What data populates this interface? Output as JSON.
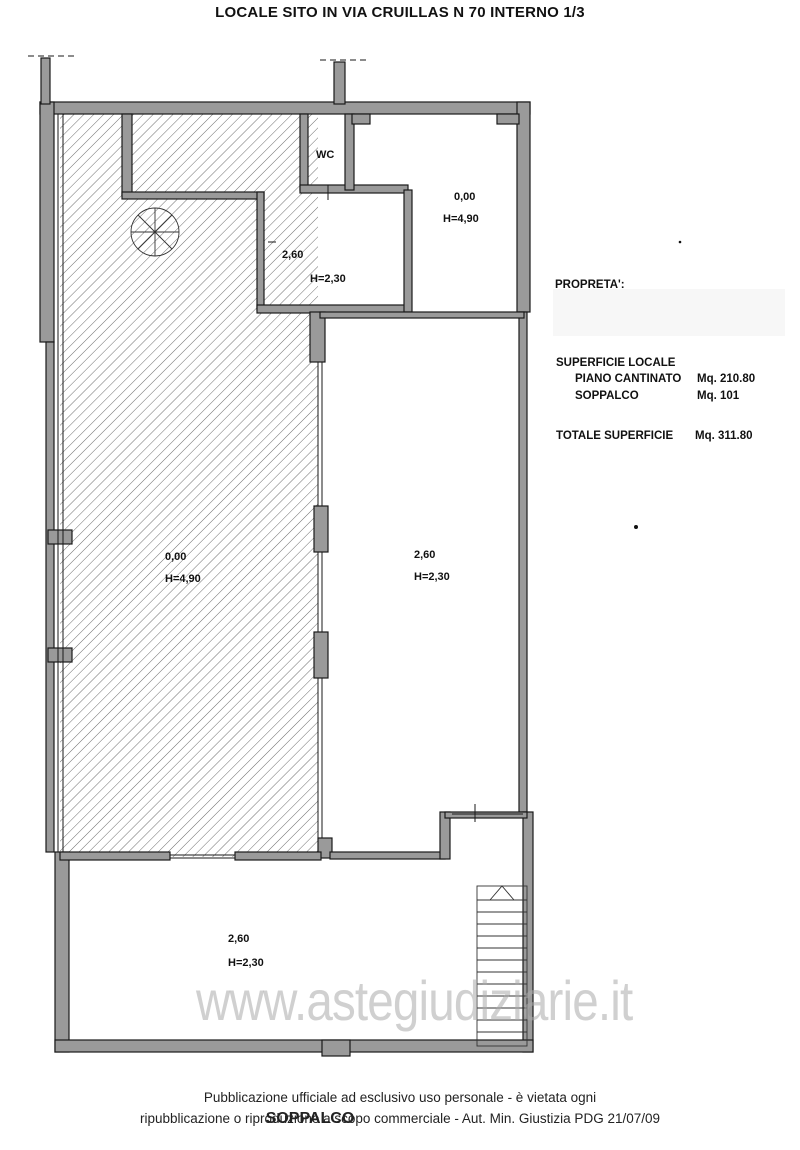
{
  "title": "LOCALE SITO IN VIA CRUILLAS N 70  INTERNO 1/3",
  "rooms": [
    {
      "level": "WC",
      "height": ""
    },
    {
      "level": "0,00",
      "height": "H=4,90"
    },
    {
      "level": "2,60",
      "height": "H=2,30"
    },
    {
      "level": "0,00",
      "height": "H=4,90"
    },
    {
      "level": "2,60",
      "height": "H=2,30"
    },
    {
      "level": "2,60",
      "height": "H=2,30"
    }
  ],
  "info": {
    "owner_label": "PROPRETA':",
    "surface_label": "SUPERFICIE LOCALE",
    "basement_label": "PIANO CANTINATO",
    "basement_value": "Mq. 210.80",
    "mezzanine_label": "SOPPALCO",
    "mezzanine_value": "Mq. 101",
    "total_label": "TOTALE SUPERFICIE",
    "total_value": "Mq. 311.80"
  },
  "watermark": "www.astegiudiziarie.it",
  "footer": {
    "line1": "Pubblicazione ufficiale ad esclusivo uso personale - è vietata ogni",
    "line2": "ripubblicazione o riproduzione a scopo commerciale - Aut. Min. Giustizia PDG 21/07/09"
  },
  "plan_label": "SOPPALCO",
  "colors": {
    "wall": "#9a9a9a",
    "line": "#1a1a1a",
    "hatch": "#6e6e6e"
  }
}
